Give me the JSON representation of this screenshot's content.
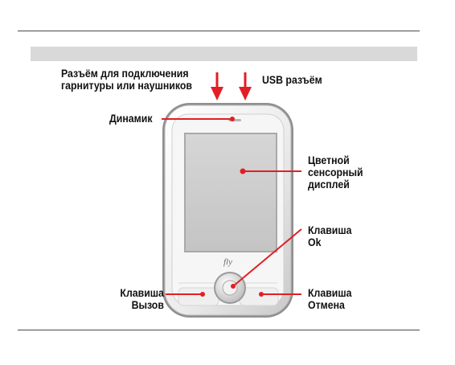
{
  "labels": {
    "headset_line1": "Разъём для подключения",
    "headset_line2": "гарнитуры или наушников",
    "usb": "USB разъём",
    "speaker": "Динамик",
    "display_line1": "Цветной",
    "display_line2": "сенсорный",
    "display_line3": "дисплей",
    "ok_line1": "Клавиша",
    "ok_line2": "Ok",
    "call_line1": "Клавиша",
    "call_line2": "Вызов",
    "cancel_line1": "Клавиша",
    "cancel_line2": "Отмена"
  },
  "phone": {
    "logo": "fly"
  },
  "colors": {
    "pointer": "#e31e24",
    "band": "#d9d9d9",
    "rule": "#4a4a4a"
  }
}
